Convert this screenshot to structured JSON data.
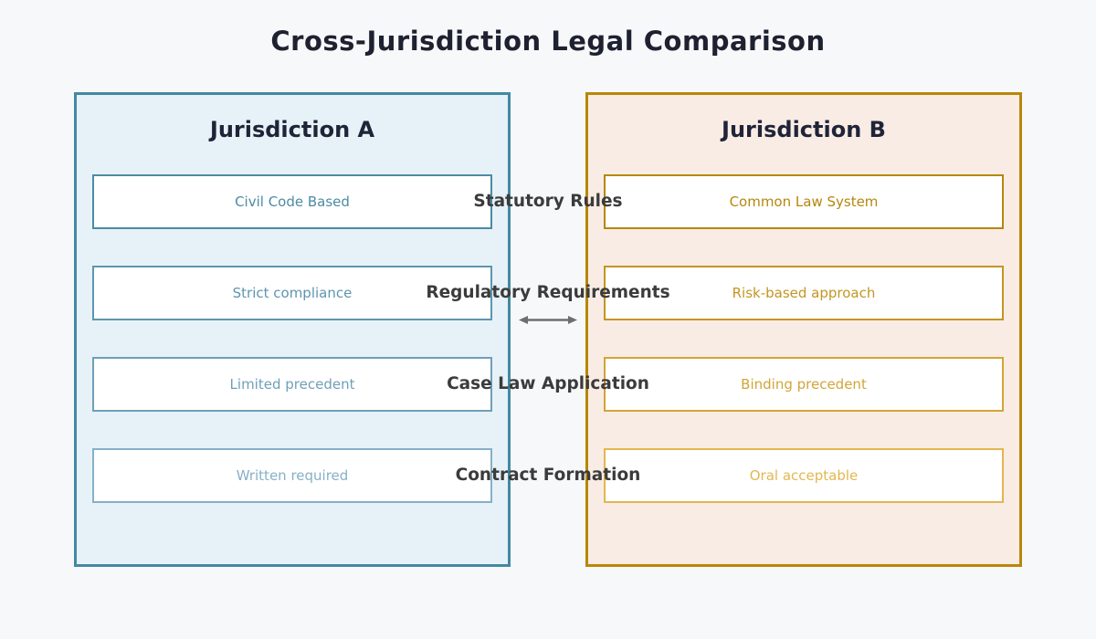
{
  "title": "Cross-Jurisdiction Legal Comparison",
  "colors": {
    "page_bg": "#f7f8fa",
    "title_text": "#1e2130",
    "panel_title_text": "#1f2438",
    "category_text": "#3b3b3b",
    "arrow": "#6e6e6e",
    "panel_a": {
      "bg": "#e6f2f8",
      "border": "#4389a0"
    },
    "panel_b": {
      "bg": "#f9ece4",
      "border": "#b8860b"
    }
  },
  "categories": [
    "Statutory Rules",
    "Regulatory Requirements",
    "Case Law Application",
    "Contract Formation"
  ],
  "panel_a": {
    "title": "Jurisdiction A",
    "items": [
      {
        "label": "Civil Code Based",
        "color": "#4d8ba3"
      },
      {
        "label": "Strict compliance",
        "color": "#5e95b0"
      },
      {
        "label": "Limited precedent",
        "color": "#6f9fb9"
      },
      {
        "label": "Written required",
        "color": "#86b0c8"
      }
    ]
  },
  "panel_b": {
    "title": "Jurisdiction B",
    "items": [
      {
        "label": "Common Law System",
        "color": "#b5870e"
      },
      {
        "label": "Risk-based approach",
        "color": "#c39623"
      },
      {
        "label": "Binding precedent",
        "color": "#d2a538"
      },
      {
        "label": "Oral acceptable",
        "color": "#e3b650"
      }
    ]
  }
}
